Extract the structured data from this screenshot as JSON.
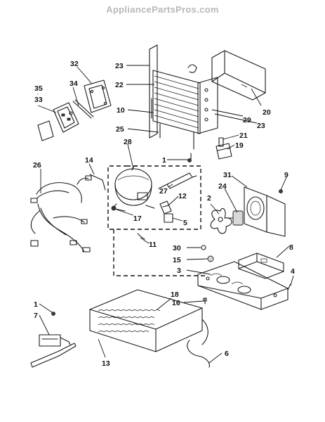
{
  "watermark": "AppliancePartsPros.com",
  "callouts": [
    {
      "id": "c32",
      "text": "32"
    },
    {
      "id": "c23a",
      "text": "23"
    },
    {
      "id": "c22",
      "text": "22"
    },
    {
      "id": "c35",
      "text": "35"
    },
    {
      "id": "c34",
      "text": "34"
    },
    {
      "id": "c33",
      "text": "33"
    },
    {
      "id": "c10",
      "text": "10"
    },
    {
      "id": "c20",
      "text": "20"
    },
    {
      "id": "c29",
      "text": "29"
    },
    {
      "id": "c23b",
      "text": "23"
    },
    {
      "id": "c25",
      "text": "25"
    },
    {
      "id": "c21",
      "text": "21"
    },
    {
      "id": "c28",
      "text": "28"
    },
    {
      "id": "c1a",
      "text": "1"
    },
    {
      "id": "c19",
      "text": "19"
    },
    {
      "id": "c26",
      "text": "26"
    },
    {
      "id": "c14",
      "text": "14"
    },
    {
      "id": "c31",
      "text": "31"
    },
    {
      "id": "c9",
      "text": "9"
    },
    {
      "id": "c24",
      "text": "24"
    },
    {
      "id": "c27",
      "text": "27"
    },
    {
      "id": "c12",
      "text": "12"
    },
    {
      "id": "c2",
      "text": "2"
    },
    {
      "id": "c17",
      "text": "17"
    },
    {
      "id": "c5",
      "text": "5"
    },
    {
      "id": "c11",
      "text": "11"
    },
    {
      "id": "c30",
      "text": "30"
    },
    {
      "id": "c8",
      "text": "8"
    },
    {
      "id": "c15",
      "text": "15"
    },
    {
      "id": "c3",
      "text": "3"
    },
    {
      "id": "c4",
      "text": "4"
    },
    {
      "id": "c18",
      "text": "18"
    },
    {
      "id": "c16",
      "text": "16"
    },
    {
      "id": "c1b",
      "text": "1"
    },
    {
      "id": "c7",
      "text": "7"
    },
    {
      "id": "c6",
      "text": "6"
    },
    {
      "id": "c13",
      "text": "13"
    }
  ]
}
